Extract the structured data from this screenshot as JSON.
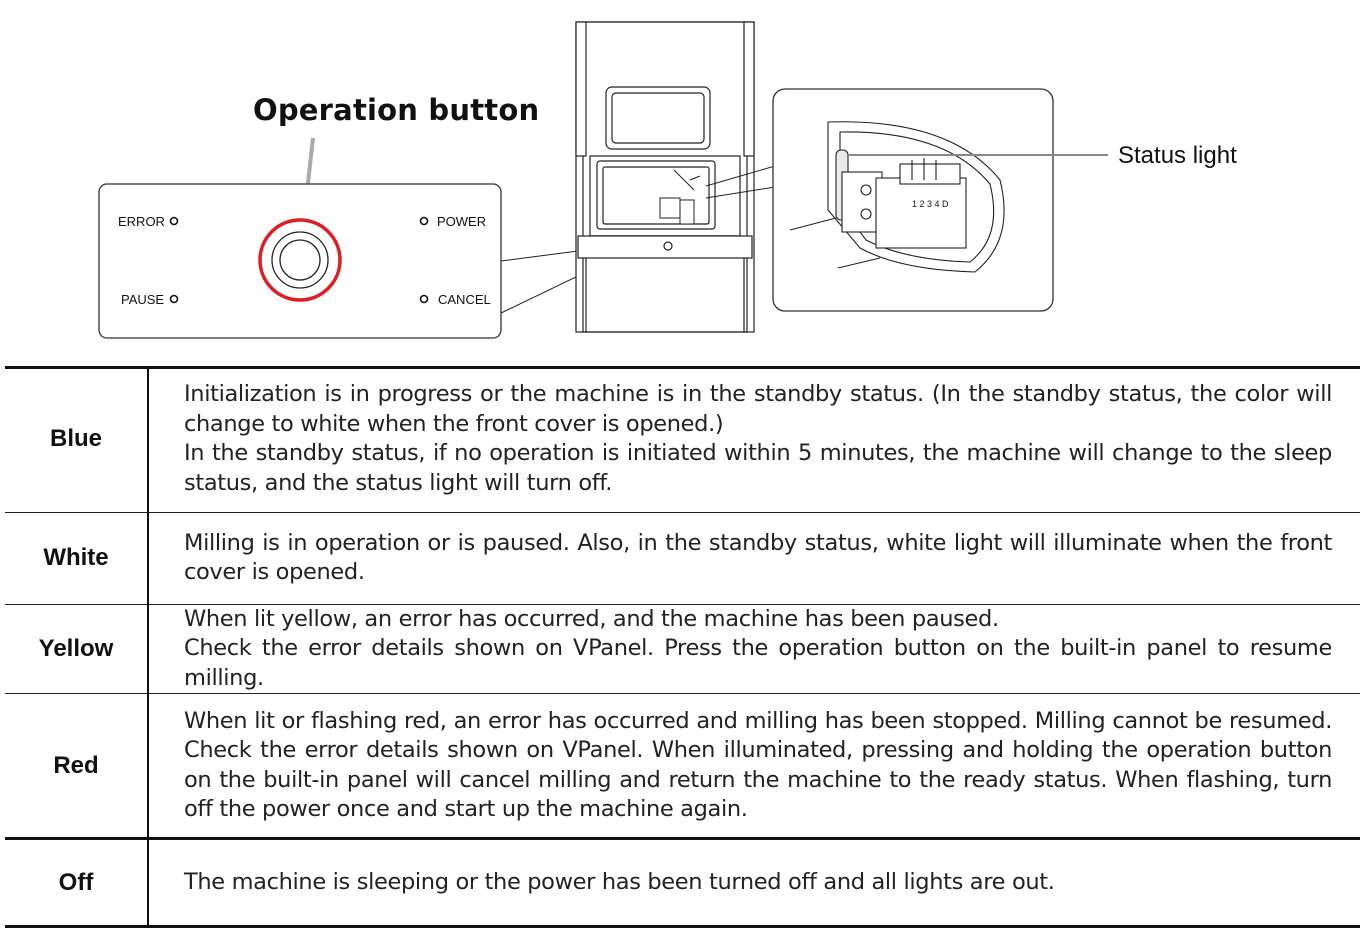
{
  "figure": {
    "operation_button_label": "Operation button",
    "status_light_label": "Status light",
    "panel": {
      "error": "ERROR",
      "power": "POWER",
      "pause": "PAUSE",
      "cancel": "CANCEL"
    },
    "module_numbers": "1 2 3 4 D",
    "highlight_color": "#e31b23"
  },
  "status_table": [
    {
      "color": "Blue",
      "lines": [
        "Initialization is in progress or the machine is in the standby status. (In the standby status, the color will change to white when the front cover is opened.)",
        "In the standby status, if no operation is initiated within 5 minutes, the machine will change to the sleep status, and the status light will turn off."
      ]
    },
    {
      "color": "White",
      "lines": [
        "Milling is in operation or is paused. Also, in the standby status, white light will illuminate when the front cover is opened."
      ]
    },
    {
      "color": "Yellow",
      "lines": [
        "When lit yellow, an error has occurred, and the machine has been paused.",
        "Check the error details shown on VPanel. Press the operation button on the built-in panel to resume milling."
      ]
    },
    {
      "color": "Red",
      "lines": [
        "When lit or flashing red, an error has occurred and milling has been stopped. Milling cannot be resumed. Check the error details shown on VPanel. When illuminated, pressing and holding the operation button on the built-in panel will cancel milling and return the machine to the ready status. When flashing, turn off the power once and start up the machine again."
      ]
    },
    {
      "color": "Off",
      "lines": [
        "The machine is sleeping or the power has been turned off and all lights are out."
      ]
    }
  ]
}
